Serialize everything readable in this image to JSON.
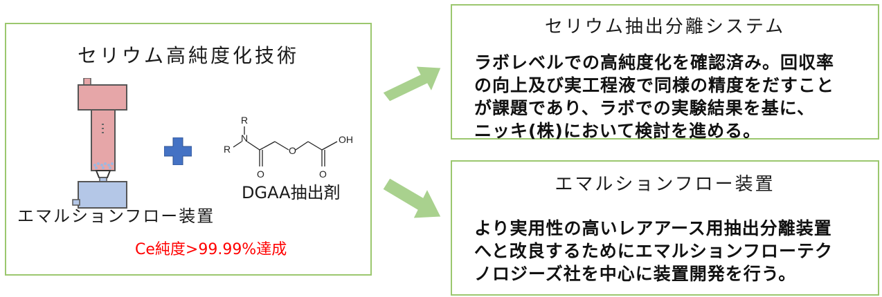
{
  "left_panel": {
    "title": "セリウム高純度化技術",
    "device_label": "エマルションフロー装置",
    "extractant_label": "DGAA抽出剤",
    "purity_label": "Ce純度>99.99%達成",
    "molecule_labels": {
      "r_top": "R",
      "n": "N",
      "r_left": "R",
      "o_ether": "O",
      "oh": "OH",
      "o_carbonyl_1": "O",
      "o_carbonyl_2": "O"
    }
  },
  "system_box": {
    "title": "セリウム抽出分離システム",
    "body": "ラボレベルでの高純度化を確認済み。回収率\nの向上及び実工程液で同様の精度をだすこと\nが課題であり、ラボでの実験結果を基に、\nニッキ(株)において検討を進める。"
  },
  "emulsion_box": {
    "title": "エマルションフロー装置",
    "body": "より実用性の高いレアアース用抽出分離装置\nへと改良するためにエマルションフローテク\nノロジーズ社を中心に装置開発を行う。"
  },
  "colors": {
    "box_border": "#9BC76E",
    "arrow_fill": "#A9D18E",
    "plus_fill": "#4472C4",
    "device_top": "#E6A6A8",
    "device_bottom": "#B4C7E7",
    "purity_text": "#FF0000"
  }
}
